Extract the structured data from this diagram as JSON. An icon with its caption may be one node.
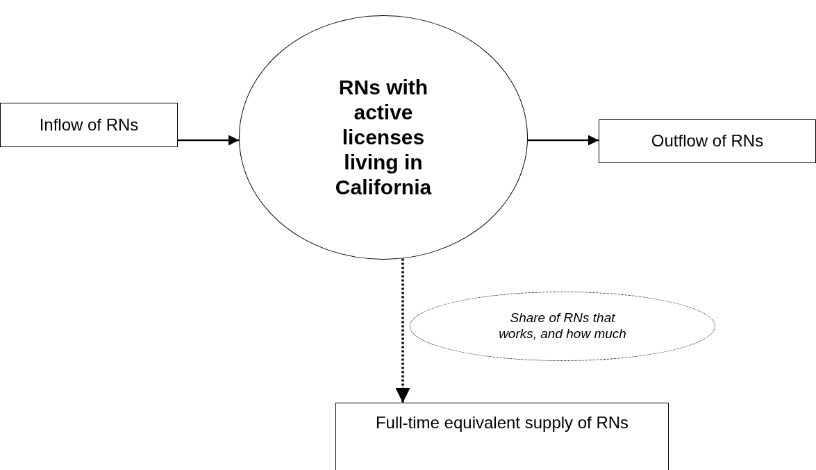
{
  "diagram": {
    "nodes": [
      {
        "text": [
          "Inflow of RNs"
        ]
      },
      {
        "text": [
          "RNs with active licenses living in California"
        ]
      },
      {
        "text": [
          "Outflow of RNs"
        ]
      },
      {
        "text": [
          "Share of RNs that works, and how much"
        ]
      },
      {
        "text": [
          "Full-time equivalent supply of RNs"
        ]
      }
    ],
    "edges": [
      {
        "from": 0,
        "to": 1,
        "arrow": "to"
      },
      {
        "from": 1,
        "to": 2,
        "arrow": "to"
      },
      {
        "from": 1,
        "to": 4,
        "arrow": "to",
        "style": "dashed"
      }
    ]
  }
}
